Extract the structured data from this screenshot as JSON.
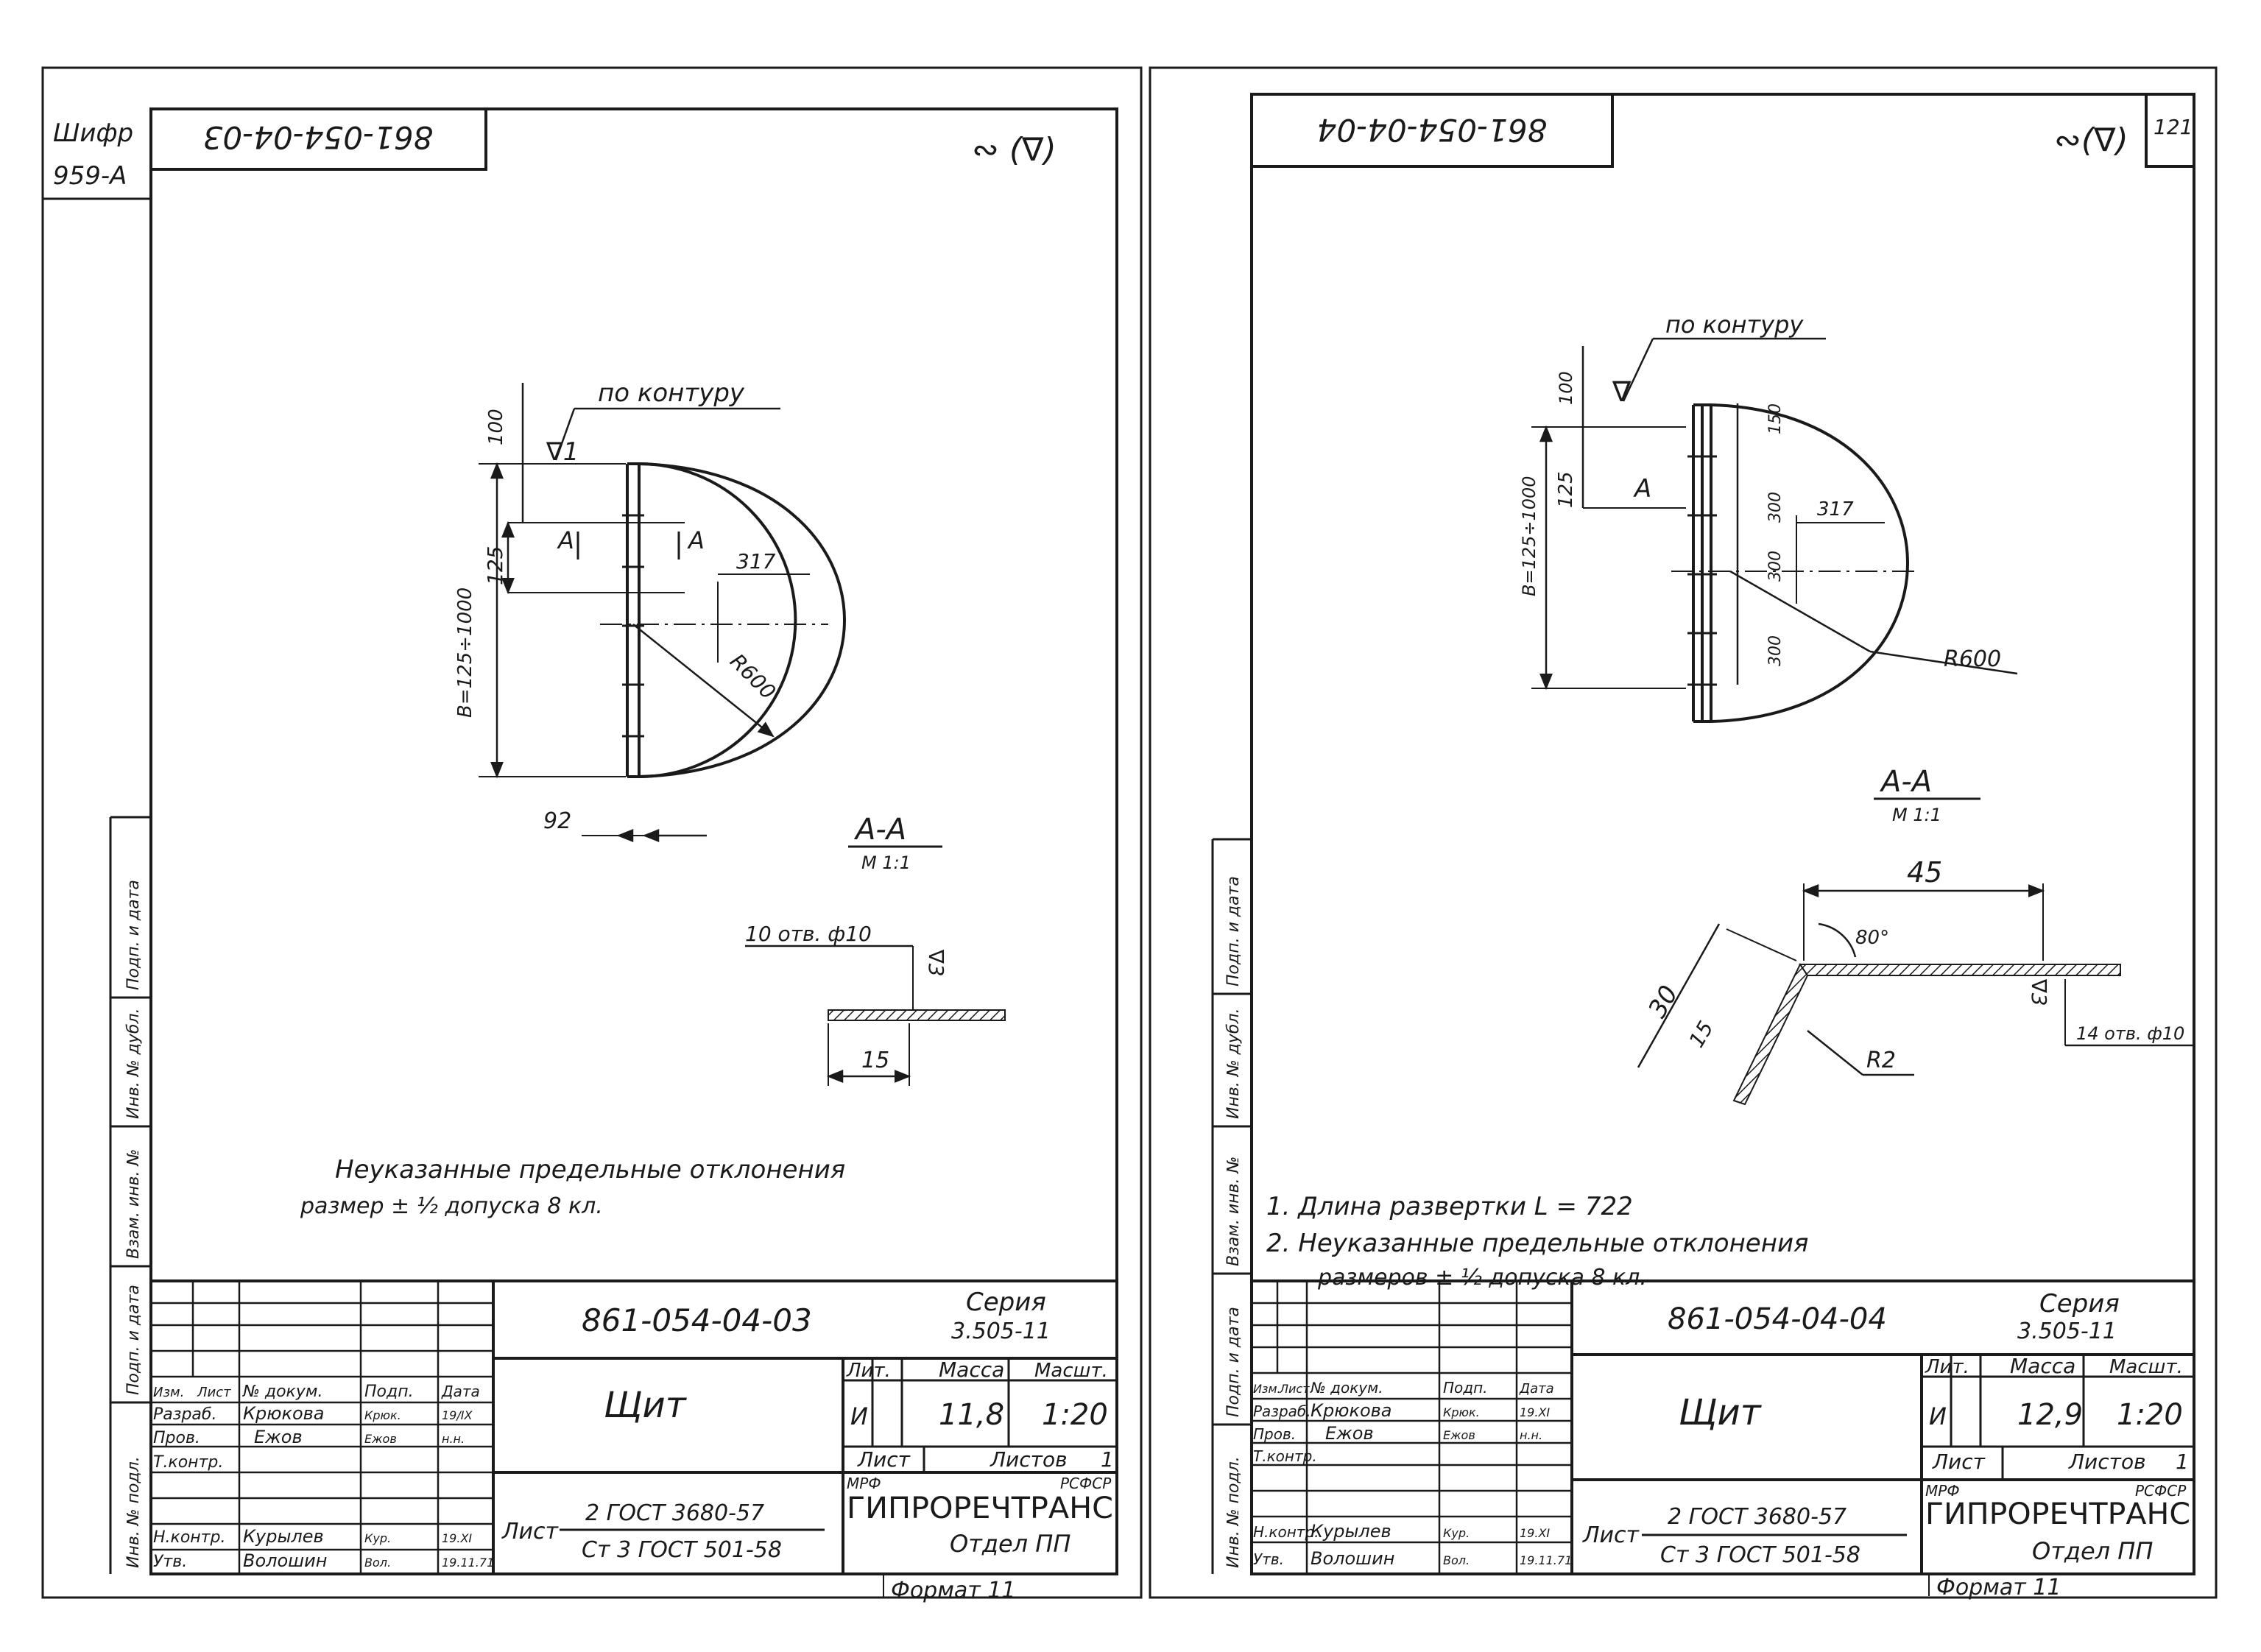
{
  "shifr": {
    "label": "Шифр",
    "code": "959-A"
  },
  "side_stamp": [
    "Инв. № подл.",
    "Подп. и дата",
    "Взам. инв. №",
    "Инв. № дубл.",
    "Подп. и дата"
  ],
  "sheets": [
    {
      "code_flipped": "861-054-04-03",
      "roughness": "∾ (∇)",
      "page_number": "",
      "contour": "по контуру",
      "roughness_mark": "∇1",
      "dims": {
        "d100": "100",
        "d125": "125",
        "b_range": "B=125÷1000",
        "d92": "92",
        "d317": "317",
        "radius": "R600",
        "sec_a1": "A",
        "sec_a2": "A"
      },
      "section": {
        "title": "A-A",
        "scale": "M 1:1",
        "holes": "10 отв. ф10",
        "rough": "∇3",
        "d15": "15"
      },
      "notes": [
        "Неуказанные предельные отклонения",
        "размер ± ½ допуска 8 кл."
      ],
      "title_block": {
        "doc_code": "861-054-04-03",
        "series_label": "Серия",
        "series": "3.505-11",
        "name": "Щит",
        "hdr": {
          "izm": "Изм.",
          "list": "Лист",
          "ndoc": "№ докум.",
          "podp": "Подп.",
          "data": "Дата"
        },
        "rows": [
          {
            "role": "Разраб.",
            "person": "Крюкова",
            "sign": "Крюк.",
            "date": "19/IX"
          },
          {
            "role": "Пров.",
            "person": "Ежов",
            "sign": "Ежов",
            "date": "н.н."
          },
          {
            "role": "Т.контр.",
            "person": "",
            "sign": "",
            "date": ""
          },
          {
            "role": "Н.контр.",
            "person": "Курылев",
            "sign": "Кур.",
            "date": "19.XI"
          },
          {
            "role": "Утв.",
            "person": "Волошин",
            "sign": "Вол.",
            "date": "19.11.71"
          }
        ],
        "lit_label": "Лит.",
        "mass_label": "Масса",
        "scale_label": "Масшт.",
        "lit": "И",
        "mass": "11,8",
        "scale": "1:20",
        "list_label": "Лист",
        "lists_label": "Листов",
        "lists": "1",
        "material_label": "Лист",
        "material_top": "2 ГОСТ 3680-57",
        "material_bottom": "Ст 3 ГОСТ 501-58",
        "org_small_left": "МРФ",
        "org_small_right": "РСФСР",
        "org": "ГИПРОРЕЧТРАНС",
        "dept": "Отдел ПП",
        "format": "Формат 11"
      }
    },
    {
      "code_flipped": "861-054-04-04",
      "roughness": "∾(∇)",
      "page_number": "121",
      "contour": "по контуру",
      "roughness_mark": "∇",
      "dims": {
        "d100": "100",
        "d125": "125",
        "b_range": "B=125÷1000",
        "d150": "150",
        "d300a": "300",
        "d300b": "300",
        "d300c": "300",
        "d317": "317",
        "radius": "R600",
        "sec_a": "A"
      },
      "section": {
        "title": "A-A",
        "scale": "M 1:1",
        "d45": "45",
        "angle": "80°",
        "d30": "30",
        "d15": "15",
        "r2": "R2",
        "rough": "∇3",
        "holes": "14 отв. ф10"
      },
      "notes": [
        "1. Длина развертки L = 722",
        "2. Неуказанные предельные отклонения",
        "размеров ± ½ допуска 8 кл."
      ],
      "title_block": {
        "doc_code": "861-054-04-04",
        "series_label": "Серия",
        "series": "3.505-11",
        "name": "Щит",
        "hdr": {
          "izm": "Изм.",
          "list": "Лист",
          "ndoc": "№ докум.",
          "podp": "Подп.",
          "data": "Дата"
        },
        "rows": [
          {
            "role": "Разраб.",
            "person": "Крюкова",
            "sign": "Крюк.",
            "date": "19.XI"
          },
          {
            "role": "Пров.",
            "person": "Ежов",
            "sign": "Ежов",
            "date": "н.н."
          },
          {
            "role": "Т.контр.",
            "person": "",
            "sign": "",
            "date": ""
          },
          {
            "role": "Н.контр.",
            "person": "Курылев",
            "sign": "Кур.",
            "date": "19.XI"
          },
          {
            "role": "Утв.",
            "person": "Волошин",
            "sign": "Вол.",
            "date": "19.11.71"
          }
        ],
        "lit_label": "Лит.",
        "mass_label": "Масса",
        "scale_label": "Масшт.",
        "lit": "И",
        "mass": "12,9",
        "scale": "1:20",
        "list_label": "Лист",
        "lists_label": "Листов",
        "lists": "1",
        "material_label": "Лист",
        "material_top": "2 ГОСТ 3680-57",
        "material_bottom": "Ст 3 ГОСТ 501-58",
        "org_small_left": "МРФ",
        "org_small_right": "РСФСР",
        "org": "ГИПРОРЕЧТРАНС",
        "dept": "Отдел ПП",
        "format": "Формат 11"
      }
    }
  ]
}
